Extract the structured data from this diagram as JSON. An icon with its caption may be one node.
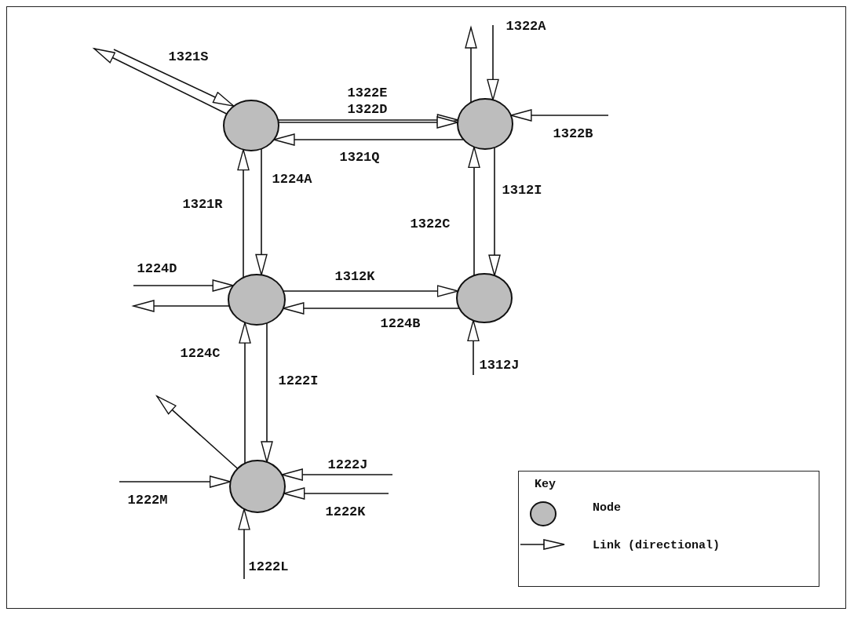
{
  "diagram": {
    "nodes": [
      {
        "text": [],
        "shape": "circle"
      },
      {
        "text": [],
        "shape": "circle"
      },
      {
        "text": [],
        "shape": "circle"
      },
      {
        "text": [],
        "shape": "circle"
      },
      {
        "text": [],
        "shape": "circle"
      }
    ],
    "edges": [
      {
        "from": null,
        "to": 0,
        "arrow": "to",
        "label": "1321S"
      },
      {
        "from": 0,
        "to": null,
        "arrow": "to"
      },
      {
        "from": 0,
        "to": 1,
        "arrow": "to",
        "label": "1322E"
      },
      {
        "from": 0,
        "to": 1,
        "arrow": "to",
        "label": "1322D"
      },
      {
        "from": 1,
        "to": 0,
        "arrow": "to",
        "label": "1321Q"
      },
      {
        "from": 1,
        "to": null,
        "arrow": "to"
      },
      {
        "from": null,
        "to": 1,
        "arrow": "to",
        "label": "1322A"
      },
      {
        "from": null,
        "to": 1,
        "arrow": "to",
        "label": "1322B"
      },
      {
        "from": 1,
        "to": 3,
        "arrow": "to",
        "label": "1312I"
      },
      {
        "from": 3,
        "to": 1,
        "arrow": "to",
        "label": "1322C"
      },
      {
        "from": 2,
        "to": 0,
        "arrow": "to",
        "label": "1321R"
      },
      {
        "from": 0,
        "to": 2,
        "arrow": "to",
        "label": "1224A"
      },
      {
        "from": null,
        "to": 2,
        "arrow": "to",
        "label": "1224D"
      },
      {
        "from": 2,
        "to": null,
        "arrow": "to"
      },
      {
        "from": 2,
        "to": 3,
        "arrow": "to",
        "label": "1312K"
      },
      {
        "from": 3,
        "to": 2,
        "arrow": "to",
        "label": "1224B"
      },
      {
        "from": null,
        "to": 3,
        "arrow": "to",
        "label": "1312J"
      },
      {
        "from": 4,
        "to": 2,
        "arrow": "to",
        "label": "1224C"
      },
      {
        "from": 2,
        "to": 4,
        "arrow": "to",
        "label": "1222I"
      },
      {
        "from": 4,
        "to": null,
        "arrow": "to"
      },
      {
        "from": null,
        "to": 4,
        "arrow": "to",
        "label": "1222J"
      },
      {
        "from": null,
        "to": 4,
        "arrow": "to",
        "label": "1222K"
      },
      {
        "from": null,
        "to": 4,
        "arrow": "to",
        "label": "1222M"
      },
      {
        "from": null,
        "to": 4,
        "arrow": "to",
        "label": "1222L"
      }
    ],
    "labels": [
      "Key"
    ],
    "legend": [
      {
        "text": "Node"
      },
      {
        "text": "Link (directional)"
      }
    ]
  }
}
